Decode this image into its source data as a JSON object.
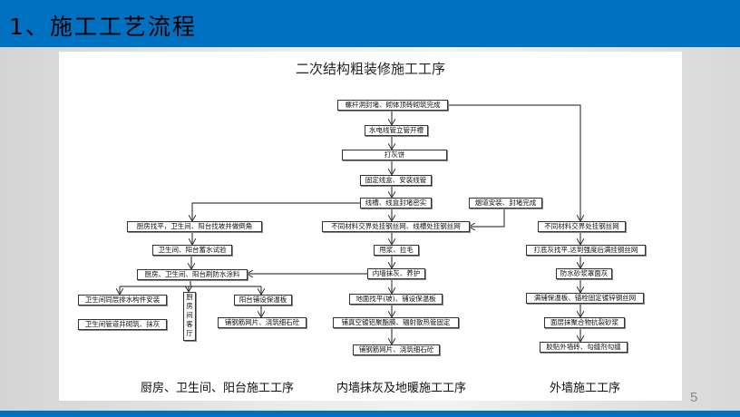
{
  "header": {
    "title": "1、施工工艺流程"
  },
  "diagram": {
    "title": "二次结构粗装修施工工序",
    "center": {
      "b1": "螺杆洞封堵、砌体顶砖砌筑完成",
      "b2": "水电线管立管开槽",
      "b3": "打灰饼",
      "b4": "固定线盒、安装线管",
      "b5": "线槽、线盒封堵密实",
      "b6": "烟道安装、封堵完成",
      "b7": "不同材料交界处挂钢丝网、线槽处挂钢丝网",
      "b16": "甩浆、拉毛",
      "b17": "内墙抹灰、养护",
      "b18": "地面找平(坡)、铺设保温板",
      "b19": "铺真空镀铝聚酯膜、辐射散热管固定",
      "b20": "铺钢筋网片、浇筑细石砼"
    },
    "left": {
      "b8": "厨房找平，卫生间、阳台找坡并做倒角",
      "b9": "卫生间、阳台蓄水试验",
      "b10": "厨房、卫生间、阳台刷防水涂料",
      "b11": "卫生间同层排水构件安装",
      "b12": "卫生间管道井砌筑、抹灰",
      "b13": "厨房间客厅",
      "b14": "阳台铺设保温板",
      "b15": "铺钢筋网片、浇筑细石砼"
    },
    "right": {
      "r1": "不同材料交界处挂钢丝网",
      "r2": "打底灰找平,达到强度后满挂钢丝网",
      "r3": "防水砂浆罩面灰",
      "r4": "满铺保温板、锚栓固定镀锌钢丝网",
      "r5": "面层抹聚合物抗裂砂浆",
      "r6": "胶贴外墙砖、勾缝剂勾缝"
    },
    "footers": {
      "left": "厨房、卫生间、阳台施工工序",
      "center": "内墙抹灰及地暖施工工序",
      "right": "外墙施工工序"
    }
  },
  "page_number": "5"
}
